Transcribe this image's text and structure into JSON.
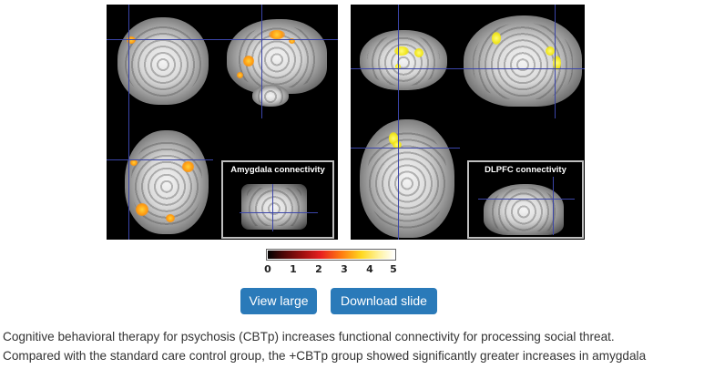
{
  "figure": {
    "left_panel": {
      "inset_title": "Amygdala connectivity",
      "blob_color": "#ff9a10"
    },
    "right_panel": {
      "inset_title": "DLPFC connectivity",
      "blob_color": "#f0e51a"
    },
    "colorbar": {
      "ticks": [
        "0",
        "1",
        "2",
        "3",
        "4",
        "5"
      ],
      "min": 0,
      "max": 5
    },
    "crosshair_color": "#3b45a8"
  },
  "actions": {
    "view_large_label": "View large",
    "download_slide_label": "Download slide",
    "button_color": "#2a7ab9"
  },
  "caption": {
    "line1": "Cognitive behavioral therapy for psychosis (CBTp) increases functional connectivity for processing social threat.",
    "line2": "Compared with the standard care control group, the +CBTp group showed significantly greater increases in amygdala"
  }
}
